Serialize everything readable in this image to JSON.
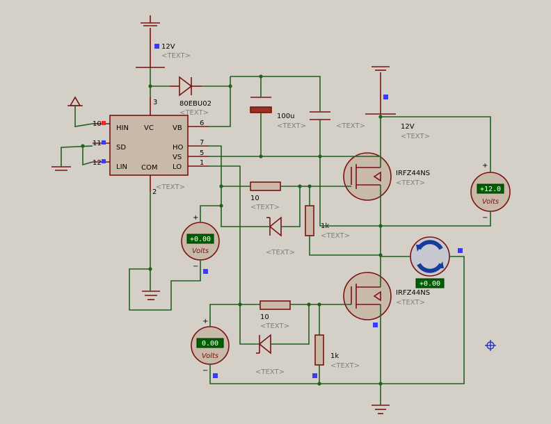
{
  "schematic": {
    "supply_top": {
      "label": "12V",
      "text": "<TEXT>"
    },
    "diode_boot": {
      "label": "80EBU02",
      "text": "<TEXT>"
    },
    "cap_bulk": {
      "label": "100u",
      "text": "<TEXT>"
    },
    "cap_small": {
      "text": "<TEXT>"
    },
    "supply_right": {
      "label": "12V",
      "text": "<TEXT>"
    },
    "ic": {
      "text": "<TEXT>",
      "pins_left": [
        {
          "num": "10",
          "name": "HIN"
        },
        {
          "num": "11",
          "name": "SD"
        },
        {
          "num": "12",
          "name": "LIN"
        }
      ],
      "pins_right": [
        {
          "num": "6",
          "name": "VB"
        },
        {
          "num": "7",
          "name": "HO"
        },
        {
          "num": "5",
          "name": "VS"
        },
        {
          "num": "1",
          "name": "LO"
        }
      ],
      "top_pin": {
        "num": "3",
        "name": "VC"
      },
      "bottom_pin": {
        "num": "2",
        "name": "COM"
      }
    },
    "mosfet_high": {
      "label": "IRFZ44NS",
      "text": "<TEXT>"
    },
    "mosfet_low": {
      "label": "IRFZ44NS",
      "text": "<TEXT>"
    },
    "res_gate_high": {
      "label": "10",
      "text": "<TEXT>"
    },
    "res_pd_high": {
      "label": "1k",
      "text": "<TEXT>"
    },
    "res_gate_low": {
      "label": "10",
      "text": "<TEXT>"
    },
    "res_pd_low": {
      "label": "1k",
      "text": "<TEXT>"
    },
    "diode_gate_high": {
      "text": "<TEXT>"
    },
    "diode_gate_low": {
      "text": "<TEXT>"
    },
    "meter_gate_high": {
      "value": "+0.00",
      "unit": "Volts",
      "plus": "+",
      "minus": "−"
    },
    "meter_gate_low": {
      "value": "0.00",
      "unit": "Volts",
      "plus": "+",
      "minus": "−"
    },
    "meter_supply": {
      "value": "+12.0",
      "unit": "Volts",
      "plus": "+",
      "minus": "−"
    },
    "motor": {
      "value": "+0.00"
    }
  }
}
